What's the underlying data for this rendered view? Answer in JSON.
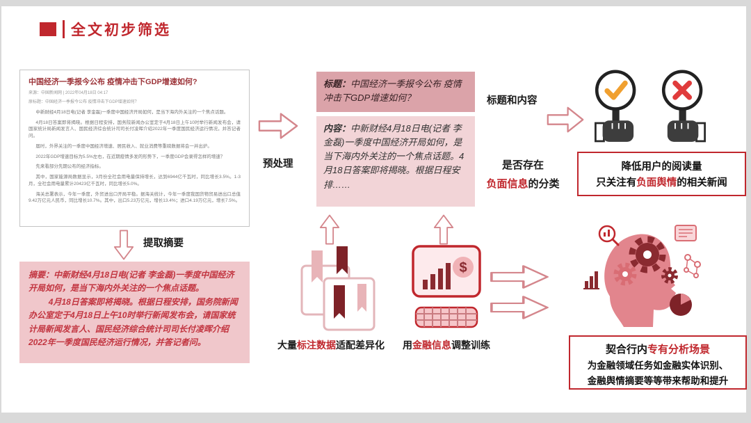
{
  "slide": {
    "title": "全文初步筛选"
  },
  "article": {
    "title": "中国经济一季报今公布 疫情冲击下GDP增速如何?",
    "meta1": "来源：中国新闻网 | 2022年04月18日 04:17",
    "meta2": "原标题：中国经济一季报今公布 疫情冲击下GDP增速如何？",
    "paragraphs": [
      "中新财经4月18日电(记者 李金磊)一季度中国经济开局如何，是当下海内外关注的一个焦点话题。",
      "4月18日答案即将揭晓。根据日程安排，国务院新闻办公室定于4月18日上午10时举行新闻发布会，请国家统计局新闻发言人、国民经济综合统计司司长付凌晖介绍2022年一季度国民经济运行情况，并答记者问。",
      "届时，外界关注的一季度中国经济增速、居民收入、就业消费等重磅数据将会一并出炉。",
      "2022年GDP增速目标为5.5%左右，在近期疫情多发的形势下，一季度GDP会录得怎样的增速？",
      "先来看部分先期公布的经济指标。",
      "其中，国家能源局数据显示，3月份全社会用电量保持增长，达到6944亿千瓦时，同比增长3.5%。1-3月，全社会用电量累计20423亿千瓦时，同比增长5.0%。",
      "海关总署表示，今年一季度，外贸进出口开局平稳。据海关统计，今年一季度我国货物贸易进出口总值9.42万亿元人民币，同比增长10.7%。其中，出口5.23万亿元，增长13.4%；进口4.19万亿元，增长7.5%。"
    ]
  },
  "labels": {
    "preprocess": "预处理",
    "extract_summary": "提取摘要",
    "title_and_content": "标题和内容",
    "classify_line1": "是否存在",
    "classify_red": "负面信息",
    "classify_rest": "的分类"
  },
  "title_box": {
    "prefix": "标题：",
    "text": "中国经济一季报今公布 疫情冲击下GDP增速如何？"
  },
  "content_box": {
    "prefix": "内容：",
    "text": "中新财经4月18日电(记者 李金磊)一季度中国经济开局如何，是当下海内外关注的一个焦点话题。4月18日答案即将揭晓。根据日程安排……"
  },
  "summary_box": {
    "prefix": "摘要：",
    "para1": "中新财经4月18日电(记者 李金磊)一季度中国经济开局如何，是当下海内外关注的一个焦点话题。",
    "para2": "4月18日答案即将揭晓。根据日程安排，国务院新闻办公室定于4月18日上午10时举行新闻发布会，请国家统计局新闻发言人、国民经济综合统计司司长付凌晖介绍2022年一季度国民经济运行情况，并答记者问。"
  },
  "result_reading": {
    "line1": "降低用户的阅读量",
    "line2_pre": "只关注有",
    "line2_red": "负面舆情",
    "line2_post": "的相关新闻"
  },
  "caption_annotation": {
    "pre": "大量",
    "red": "标注数据",
    "post": "适配差异化"
  },
  "caption_finance": {
    "pre": "用",
    "red": "金融信息",
    "post": "调整训练"
  },
  "result_scene": {
    "line1_pre": "契合行内",
    "line1_red": "专有分析场景",
    "line2": "为金融领域任务如金融实体识别、",
    "line3": "金融舆情摘要等等带来帮助和提升"
  },
  "icons": {
    "finance_symbol": "$"
  },
  "colors": {
    "accent_red": "#c0272d",
    "pink_dark_box": "#dba3a9",
    "pink_light_box": "#f2d4d7",
    "summary_pink": "#f0c7cb",
    "summary_text": "#c23540",
    "arrow_outline": "#d4868c",
    "check_orange": "#f0a030",
    "cross_red": "#e03c3c",
    "gear_dark": "#8a2a30",
    "gear_pink": "#d96d74"
  }
}
